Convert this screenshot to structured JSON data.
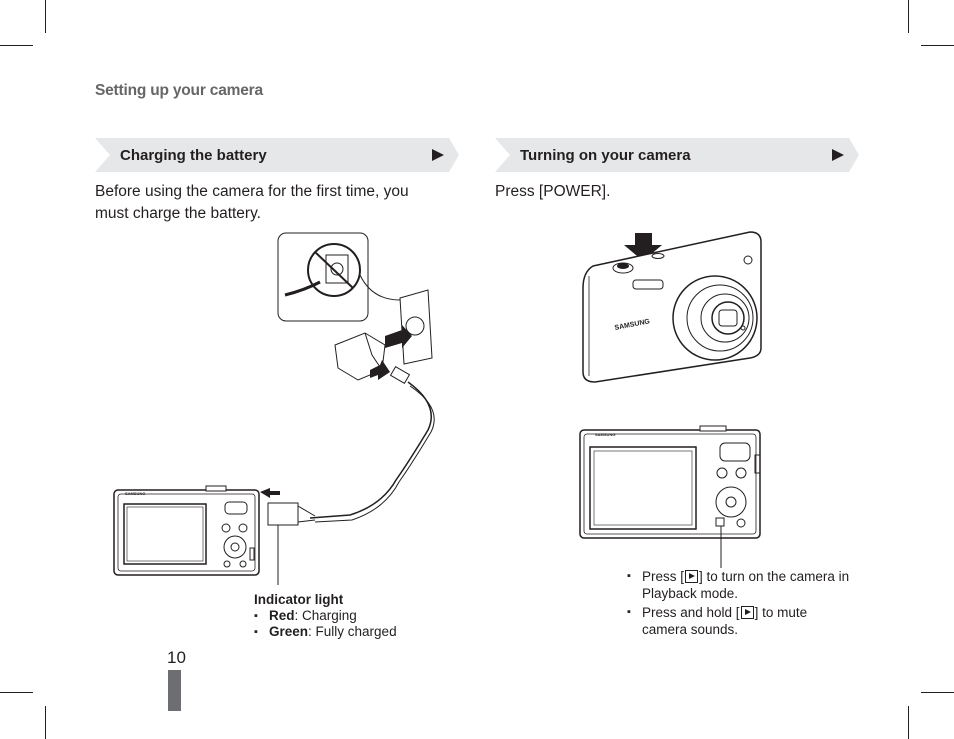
{
  "running_head": "Setting up your camera",
  "page_number": "10",
  "left_section": {
    "title": "Charging the battery",
    "intro_line1": "Before using the camera for the first time, you",
    "intro_line2": "must charge the battery.",
    "indicator": {
      "heading": "Indicator light",
      "items": [
        {
          "color_word": "Red",
          "text": ": Charging"
        },
        {
          "color_word": "Green",
          "text": ": Fully charged"
        }
      ]
    }
  },
  "right_section": {
    "title": "Turning on your camera",
    "press_prefix": "Press [",
    "press_key": "POWER",
    "press_suffix": "].",
    "notes": [
      {
        "before": "Press [",
        "after": "] to turn on the camera in Playback mode."
      },
      {
        "before": "Press and hold [",
        "after": "] to mute camera sounds."
      }
    ]
  },
  "camera_brand": "SAMSUNG",
  "colors": {
    "banner": "#e6e7e8",
    "text": "#231f20",
    "accent_gray": "#6d6e71"
  }
}
